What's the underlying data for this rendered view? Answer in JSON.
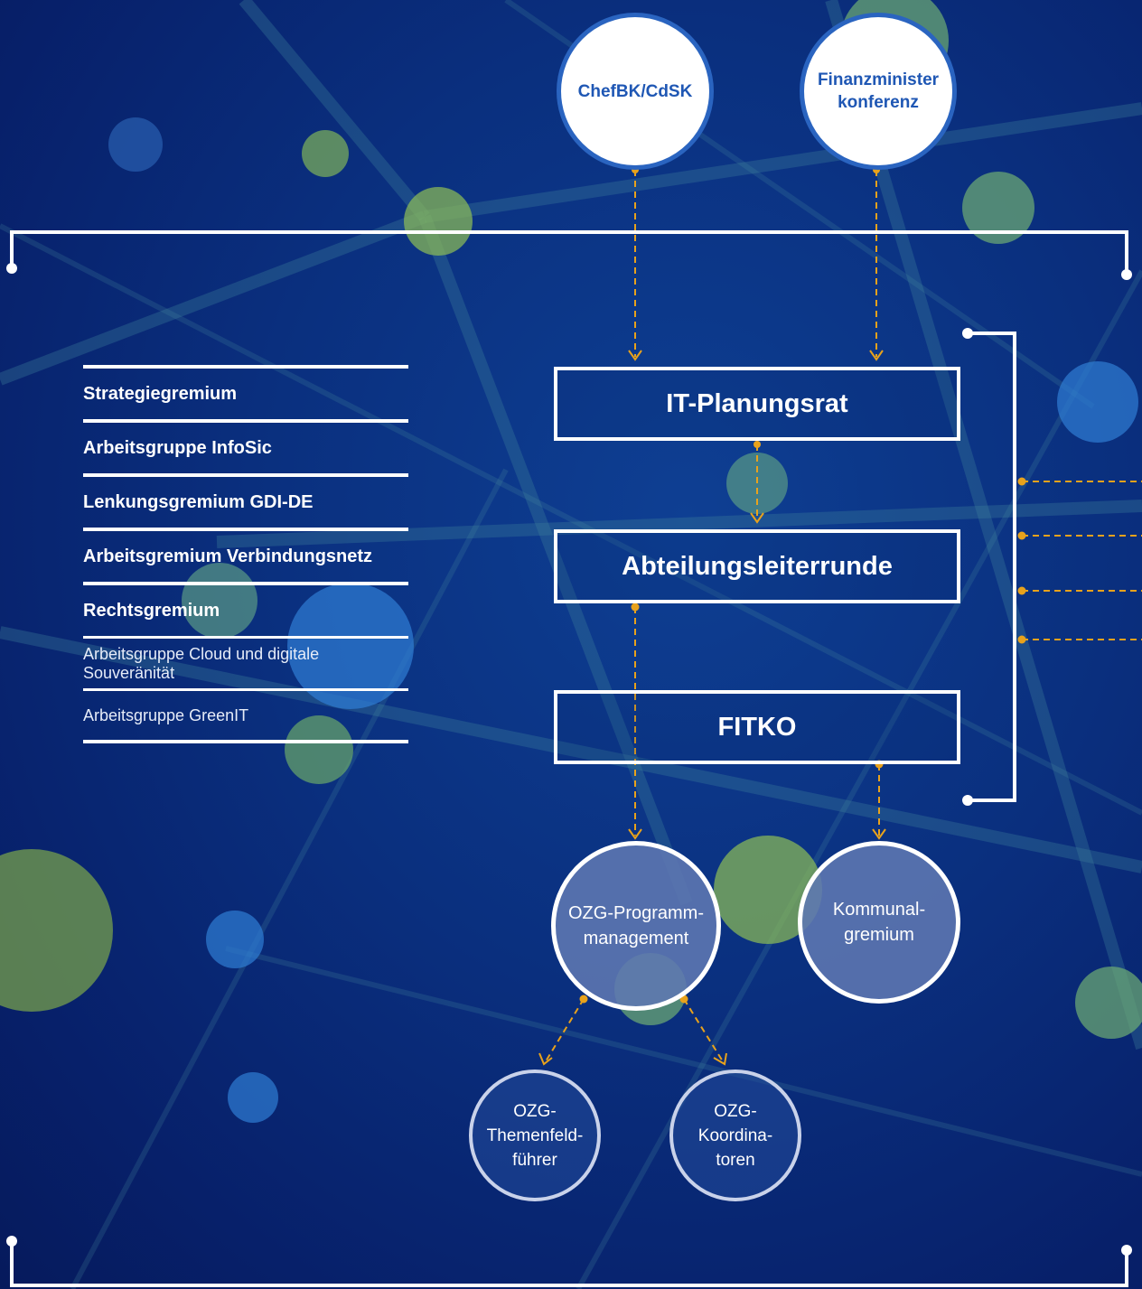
{
  "top_nodes": {
    "chef": {
      "lines": [
        "ChefBK/CdSK"
      ]
    },
    "fmk": {
      "lines": [
        "Finanzminister",
        "konferenz"
      ]
    }
  },
  "main_boxes": {
    "itplr": "IT-Planungsrat",
    "alr": "Abteilungsleiterrunde",
    "fitko": "FITKO"
  },
  "committees": [
    {
      "label": "Strategiegremium",
      "weight": "bold"
    },
    {
      "label": "Arbeitsgruppe InfoSic",
      "weight": "bold"
    },
    {
      "label": "Lenkungsgremium  GDI-DE",
      "weight": "bold"
    },
    {
      "label": "Arbeitsgremium Verbindungsnetz",
      "weight": "bold"
    },
    {
      "label": "Rechtsgremium",
      "weight": "bold"
    },
    {
      "label": "Arbeitsgruppe Cloud und digitale Souveränität",
      "weight": "light"
    },
    {
      "label": "Arbeitsgruppe GreenIT",
      "weight": "light"
    }
  ],
  "sub_nodes": {
    "ozg_pm": {
      "lines": [
        "OZG-Programm-",
        "management"
      ]
    },
    "kommunal": {
      "lines": [
        "Kommunal-",
        "gremium"
      ]
    },
    "themen": {
      "lines": [
        "OZG-",
        "Themenfeld-",
        "führer"
      ]
    },
    "koord": {
      "lines": [
        "OZG-",
        "Koordina-",
        "toren"
      ]
    }
  },
  "colors": {
    "background": "#0a2f7e",
    "connector": "#e8a21c",
    "frame": "#ffffff",
    "top_circle_border": "#2a64c0",
    "top_circle_text": "#1f57b4"
  }
}
